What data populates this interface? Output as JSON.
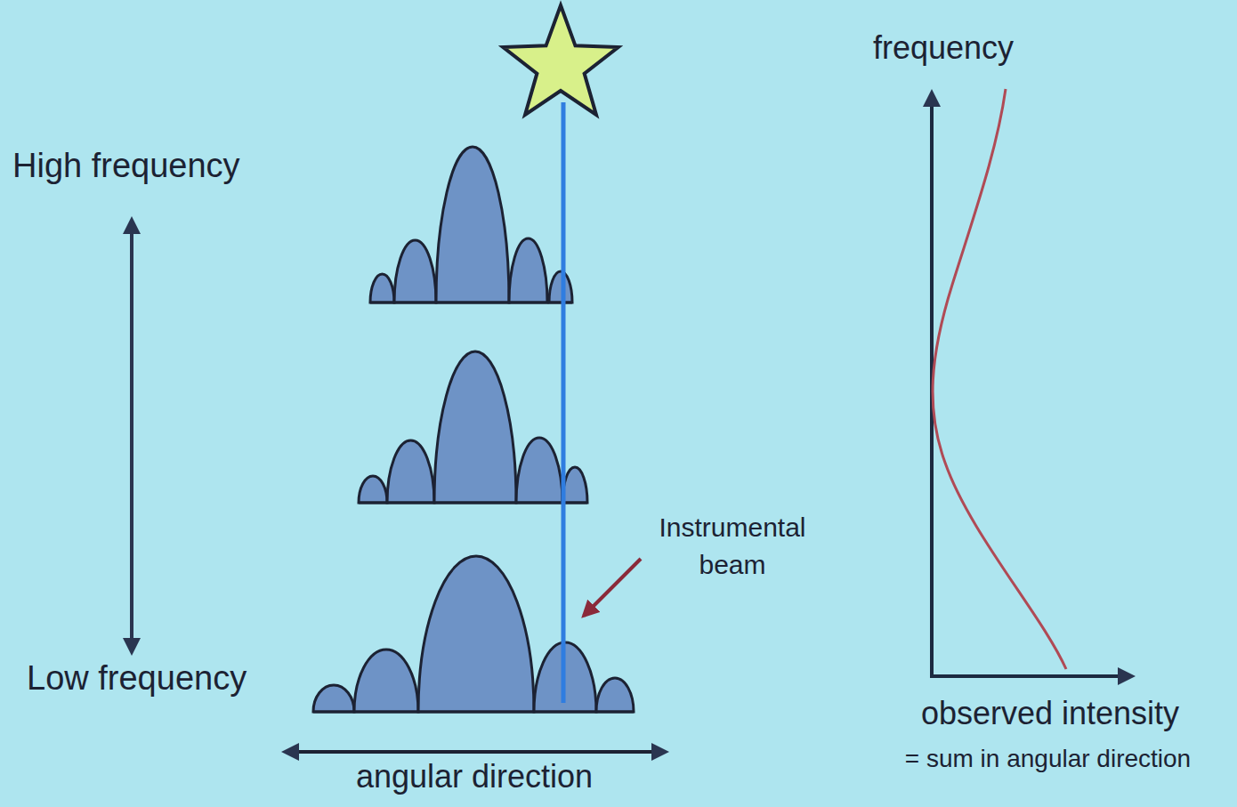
{
  "diagram": {
    "labels": [
      "High frequency",
      "Low frequency",
      "Instrumental beam",
      "angular direction",
      "frequency",
      "observed intensity",
      "= sum in angular direction"
    ]
  }
}
